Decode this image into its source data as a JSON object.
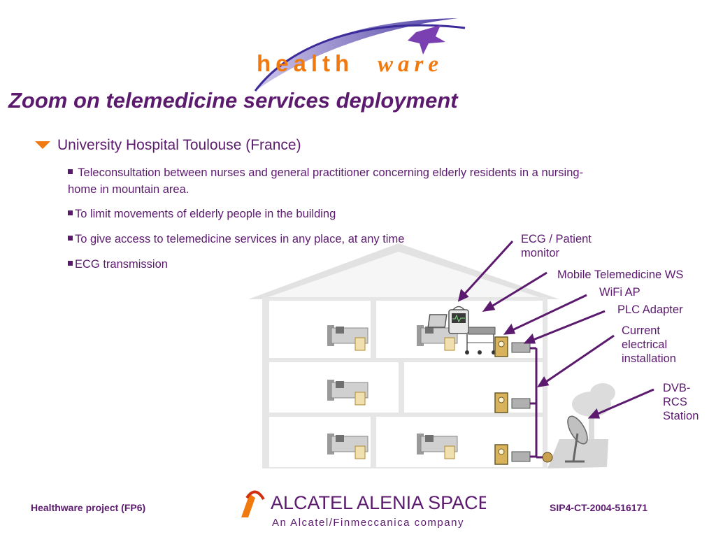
{
  "logo": {
    "text": "healthware",
    "part1": "health",
    "part2": "ware"
  },
  "slide": {
    "title": "Zoom on telemedicine services deployment",
    "subtitle": "University Hospital Toulouse (France)",
    "bullets": [
      {
        "line1": "Teleconsultation between nurses and general practitioner concerning elderly residents in a nursing-",
        "line2": "home in mountain area."
      },
      {
        "text": "To limit movements of elderly people in the building"
      },
      {
        "text": "To give access to telemedicine services in any place, at any time"
      },
      {
        "text": "ECG transmission"
      }
    ]
  },
  "diagram": {
    "labels": {
      "ecg_line1": "ECG / Patient",
      "ecg_line2": "monitor",
      "mobile_ws": "Mobile Telemedicine WS",
      "wifi_ap": "WiFi AP",
      "plc_adapter": "PLC Adapter",
      "current_line1": "Current",
      "current_line2": "electrical",
      "current_line3": "installation",
      "dvb_line1": "DVB-",
      "dvb_line2": "RCS",
      "dvb_line3": "Station"
    }
  },
  "footer": {
    "left": "Healthware project (FP6)",
    "center_brand": "ALCATEL ALENIA SPACE",
    "center_tagline": "An Alcatel/Finmeccanica company",
    "right": "SIP4-CT-2004-516171"
  },
  "colors": {
    "text": "#5b1a6e",
    "accent_orange": "#f07a10",
    "wire": "#5b1a6e"
  }
}
